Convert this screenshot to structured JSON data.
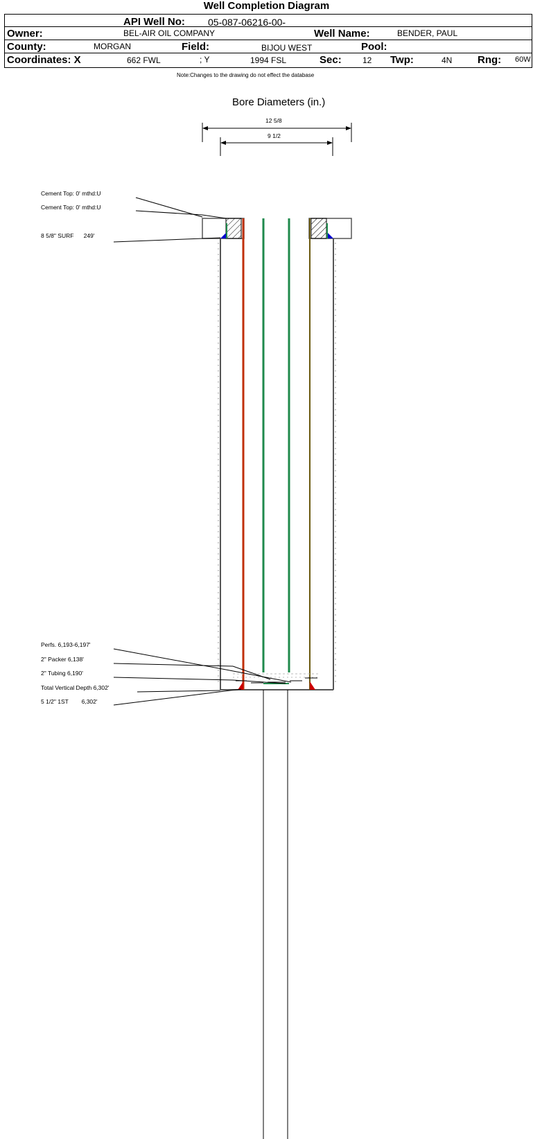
{
  "title": "Well Completion Diagram",
  "header": {
    "api_label": "API Well No:",
    "api_value": "05-087-06216-00-",
    "owner_label": "Owner:",
    "owner_value": "BEL-AIR OIL COMPANY",
    "well_name_label": "Well Name:",
    "well_name_value": "BENDER, PAUL",
    "county_label": "County:",
    "county_value": "MORGAN",
    "field_label": "Field:",
    "field_value": "BIJOU WEST",
    "pool_label": "Pool:",
    "pool_value": "",
    "coord_label": "Coordinates: X",
    "coord_x_value": "662 FWL",
    "coord_y_label": "; Y",
    "coord_y_value": "1994 FSL",
    "sec_label": "Sec:",
    "sec_value": "12",
    "twp_label": "Twp:",
    "twp_value": "4N",
    "rng_label": "Rng:",
    "rng_value": "60W"
  },
  "note": "Note:Changes to the drawing do not effect the database",
  "diagram": {
    "bore_title": "Bore Diameters (in.)",
    "bore_outer_label": "12 5/8",
    "bore_inner_label": "9 1/2",
    "colors": {
      "casing_left": "#c0300a",
      "casing_right": "#6b5a10",
      "tubing": "#1f8a4c",
      "cement_blue": "#0000cc",
      "cement_red": "#cc0000"
    },
    "callouts_top": [
      "Cement Top: 0' mthd:U",
      "Cement Top: 0' mthd:U",
      "8 5/8\" SURF      249'"
    ],
    "callouts_bottom": [
      "Perfs. 6,193-6,197'",
      "2\" Packer 6,138'",
      "2\" Tubing 6,190'",
      "Total Vertical Depth 6,302'",
      "5 1/2\" 1ST        6,302'"
    ]
  }
}
